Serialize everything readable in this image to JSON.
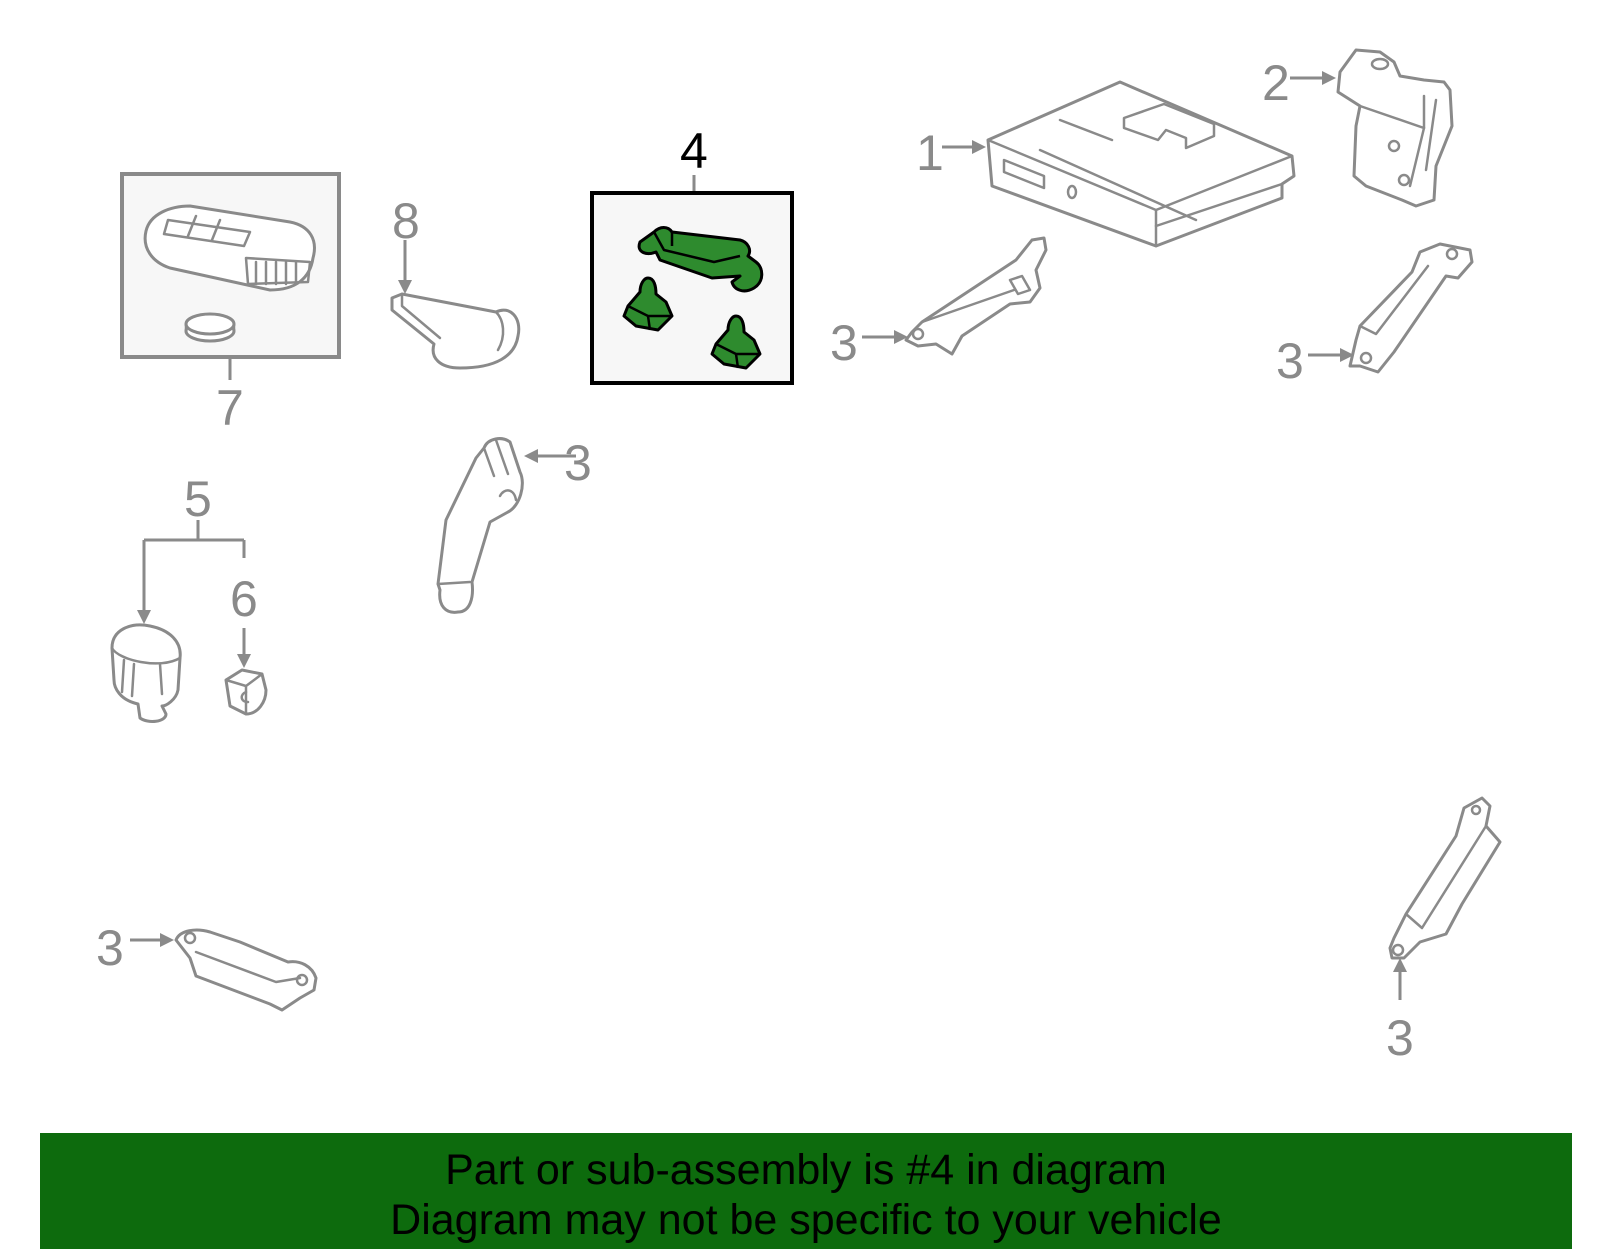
{
  "callouts": {
    "c1": "1",
    "c2": "2",
    "c3a": "3",
    "c3b": "3",
    "c3c": "3",
    "c3d": "3",
    "c3e": "3",
    "c4": "4",
    "c5": "5",
    "c6": "6",
    "c7": "7",
    "c8": "8"
  },
  "highlighted_part": "4",
  "colors": {
    "highlight_part": "#2e8b2e",
    "banner": "#0d6b0d",
    "line_art": "#8a8a8a"
  },
  "banner": {
    "line1": "Part or sub-assembly is #4 in diagram",
    "line2": "Diagram may not be specific to your vehicle"
  }
}
